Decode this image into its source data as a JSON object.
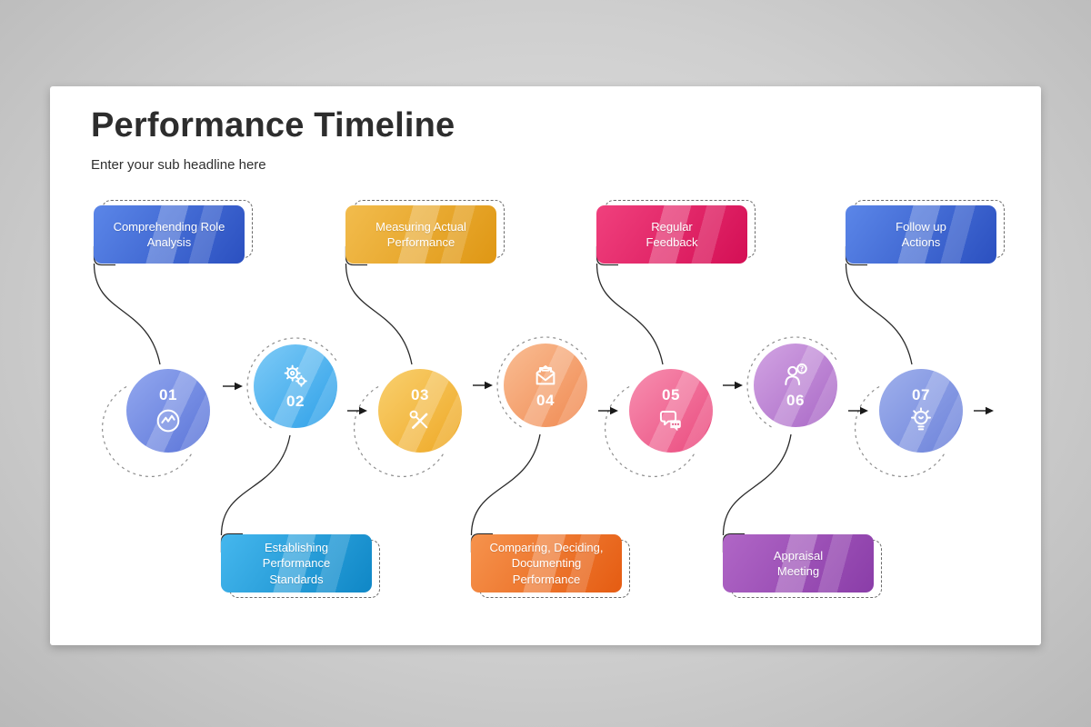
{
  "slide": {
    "title": "Performance Timeline",
    "subtitle": "Enter your sub headline here"
  },
  "steps": [
    {
      "number": "01",
      "icon": "line-chart-icon",
      "color": "#5a74d8"
    },
    {
      "number": "02",
      "icon": "gears-icon",
      "color": "#2da0e8"
    },
    {
      "number": "03",
      "icon": "tools-icon",
      "color": "#eea825"
    },
    {
      "number": "04",
      "icon": "open-mail-icon",
      "color": "#f08a52"
    },
    {
      "number": "05",
      "icon": "chat-bubbles-icon",
      "color": "#ea4a7e"
    },
    {
      "number": "06",
      "icon": "person-question-icon",
      "color": "#a968c6"
    },
    {
      "number": "07",
      "icon": "light-bulb-icon",
      "color": "#6c82da"
    }
  ],
  "top_boxes": [
    {
      "label": "Comprehending Role\nAnalysis",
      "color": "#2b50c0"
    },
    {
      "label": "Measuring Actual\nPerformance",
      "color": "#df9714"
    },
    {
      "label": "Regular\nFeedback",
      "color": "#d40f55"
    },
    {
      "label": "Follow up\nActions",
      "color": "#2b50c0"
    }
  ],
  "bottom_boxes": [
    {
      "label": "Establishing\nPerformance\nStandards",
      "color": "#0f87c6"
    },
    {
      "label": "Comparing, Deciding,\nDocumenting\nPerformance",
      "color": "#e55c12"
    },
    {
      "label": "Appraisal\nMeeting",
      "color": "#8a3da8"
    }
  ]
}
